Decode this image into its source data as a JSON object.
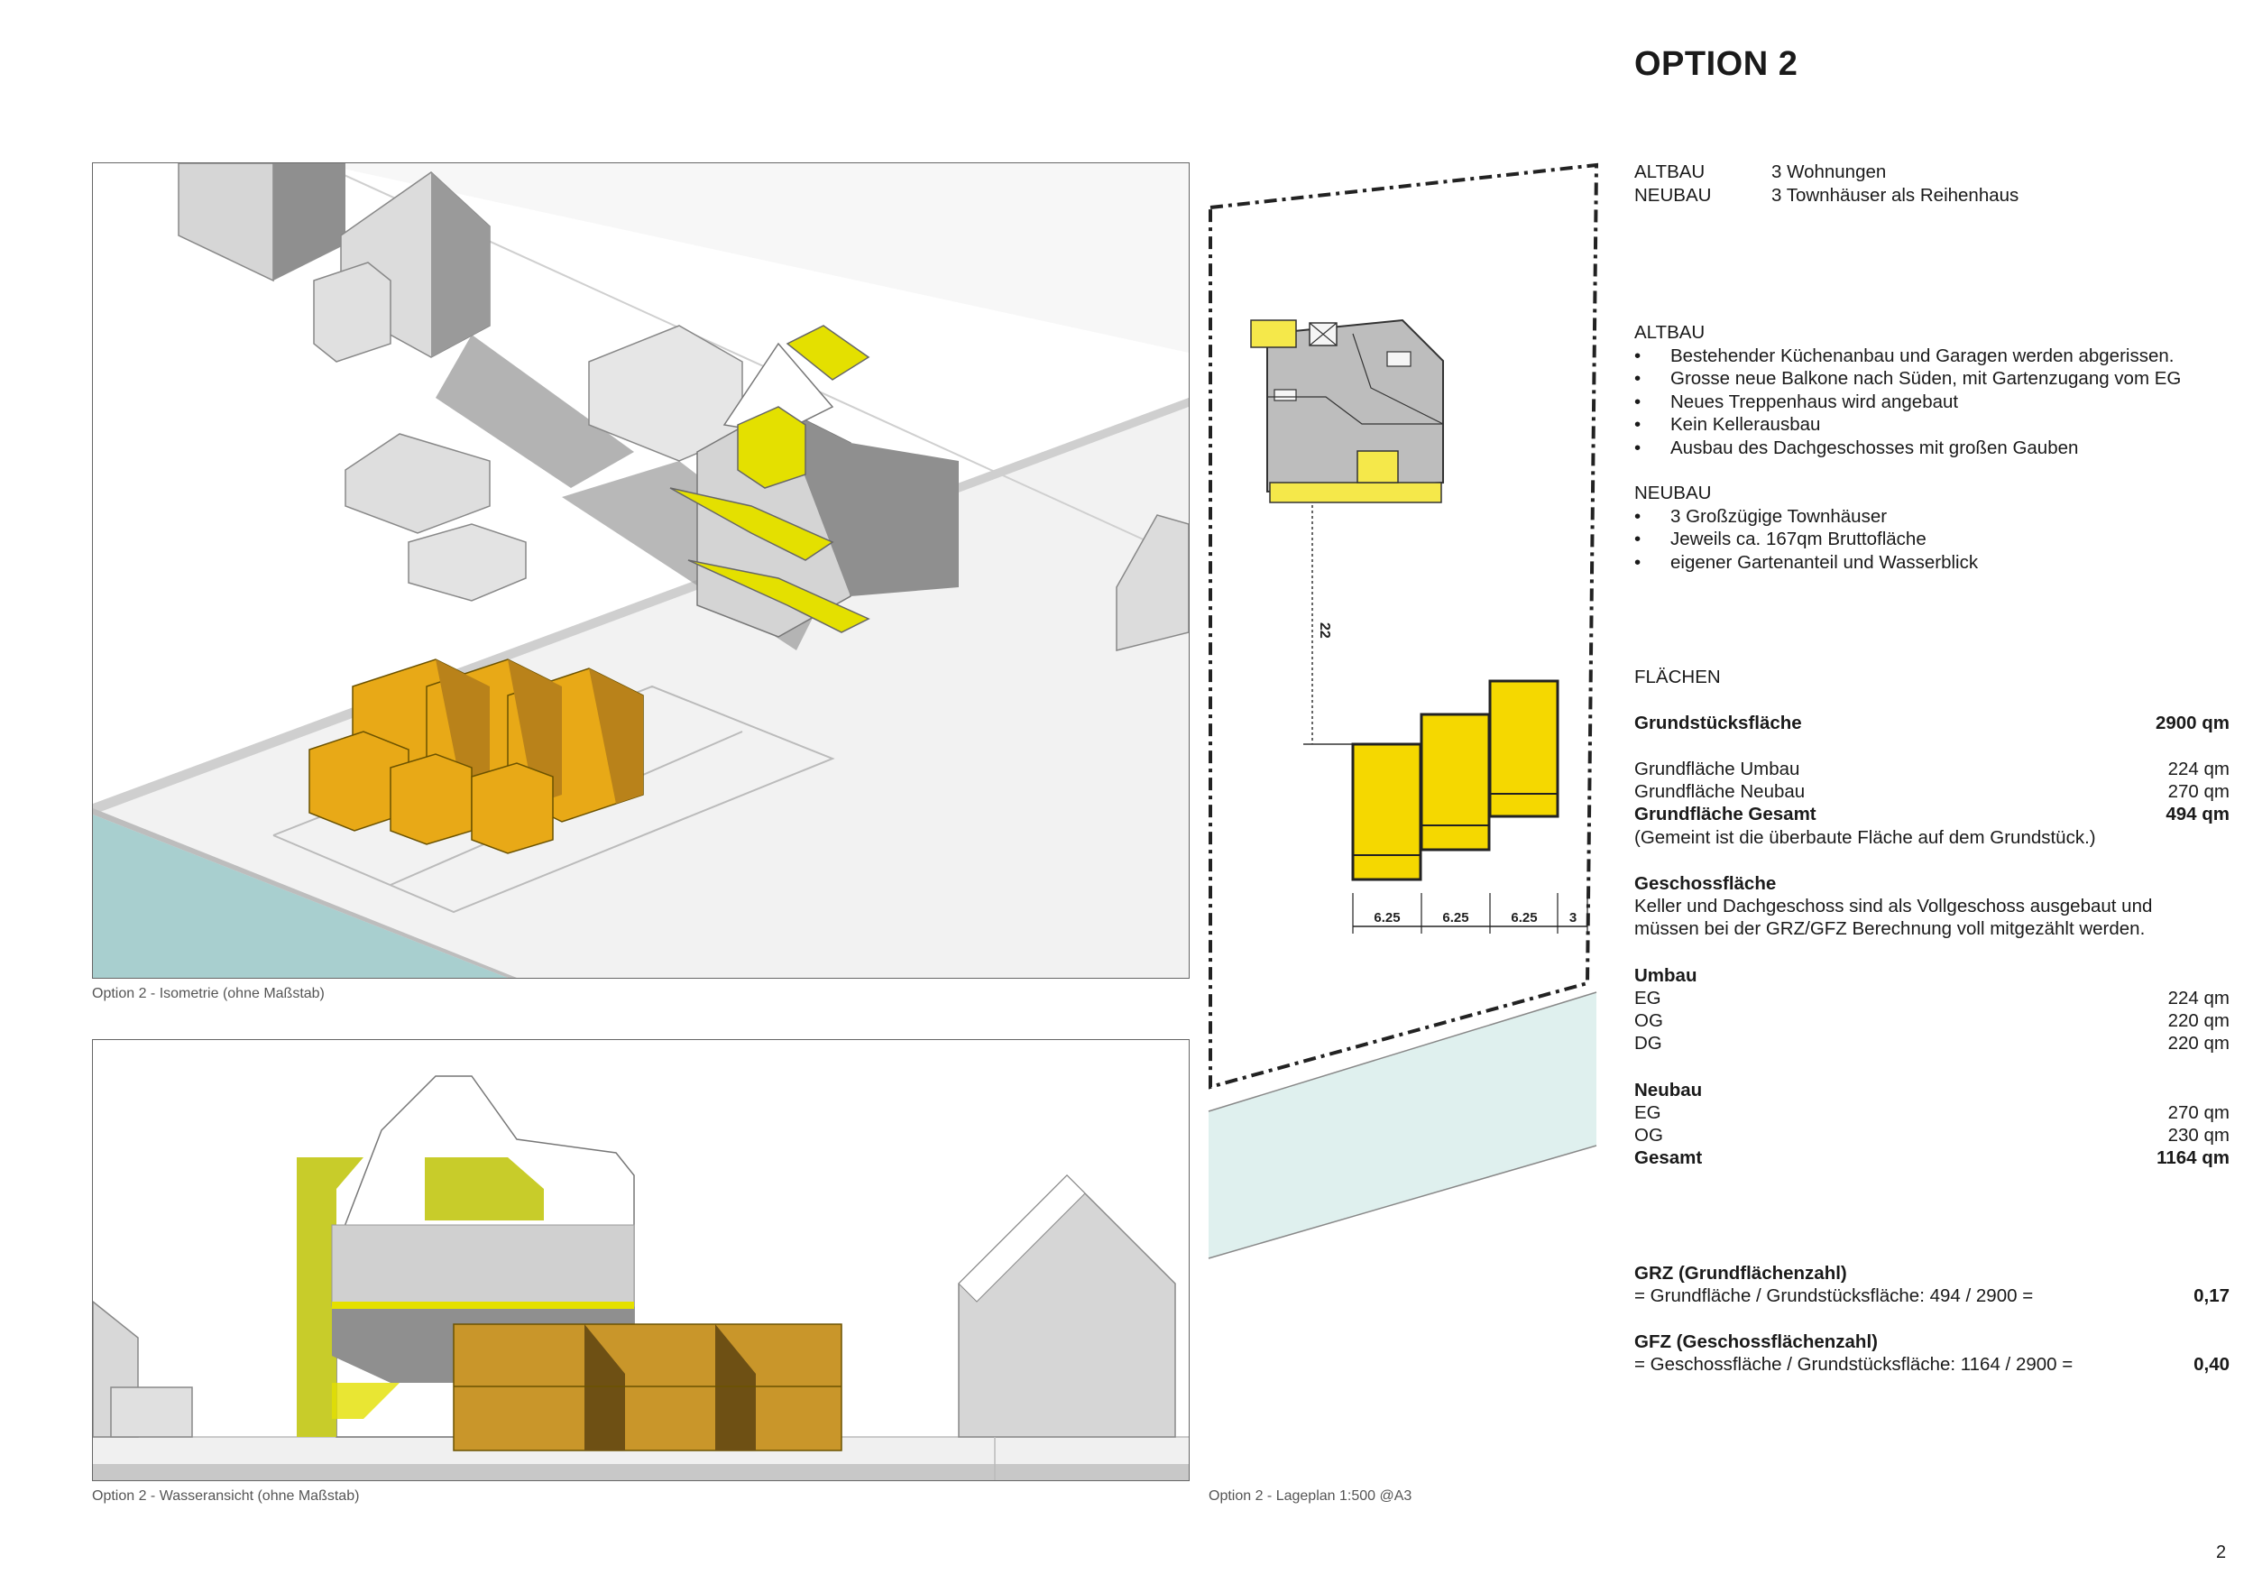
{
  "title": "OPTION 2",
  "summary": [
    {
      "label": "ALTBAU",
      "value": "3 Wohnungen"
    },
    {
      "label": "NEUBAU",
      "value": "3 Townhäuser als Reihenhaus"
    }
  ],
  "altbau": {
    "heading": "ALTBAU",
    "items": [
      "Bestehender Küchenanbau und Garagen werden abgerissen.",
      "Grosse neue Balkone nach Süden, mit Gartenzugang vom EG",
      "Neues Treppenhaus wird angebaut",
      "Kein Kellerausbau",
      "Ausbau des Dachgeschosses mit großen Gauben"
    ]
  },
  "neubau": {
    "heading": "NEUBAU",
    "items": [
      "3 Großzügige Townhäuser",
      "Jeweils ca. 167qm Bruttofläche",
      "eigener Gartenanteil und Wasserblick"
    ]
  },
  "flaechen": {
    "heading": "FLÄCHEN",
    "grundstueck": {
      "label": "Grundstücksfläche",
      "value": "2900 qm"
    },
    "gf_umbau": {
      "label": "Grundfläche Umbau",
      "value": "224 qm"
    },
    "gf_neubau": {
      "label": "Grundfläche Neubau",
      "value": "270 qm"
    },
    "gf_gesamt": {
      "label": "Grundfläche Gesamt",
      "value": "494 qm"
    },
    "gf_note": "(Gemeint ist die überbaute Fläche auf dem Grundstück.)",
    "geschoss_heading": "Geschossfläche",
    "geschoss_text_1": "Keller und Dachgeschoss sind als Vollgeschoss ausgebaut und",
    "geschoss_text_2": "müssen bei der GRZ/GFZ Berechnung voll mitgezählt werden.",
    "umbau_heading": "Umbau",
    "umbau": [
      {
        "label": "EG",
        "value": "224 qm"
      },
      {
        "label": "OG",
        "value": "220 qm"
      },
      {
        "label": "DG",
        "value": "220 qm"
      }
    ],
    "neubau_heading": "Neubau",
    "neubau": [
      {
        "label": "EG",
        "value": "270 qm"
      },
      {
        "label": "OG",
        "value": "230 qm"
      }
    ],
    "gesamt": {
      "label": "Gesamt",
      "value": "1164 qm"
    }
  },
  "grz": {
    "heading": "GRZ (Grundflächenzahl)",
    "formula": "= Grundfläche / Grundstücksfläche: 494 / 2900 =",
    "value": "0,17"
  },
  "gfz": {
    "heading": "GFZ (Geschossflächenzahl)",
    "formula": "= Geschossfläche / Grundstücksfläche: 1164 / 2900 =",
    "value": "0,40"
  },
  "captions": {
    "iso": "Option 2 - Isometrie (ohne Maßstab)",
    "water": "Option 2 - Wasseransicht (ohne Maßstab)",
    "plan": "Option 2 - Lageplan 1:500 @A3"
  },
  "plan_dims": {
    "distance": "22",
    "w1": "6.25",
    "w2": "6.25",
    "w3": "6.25",
    "w4": "3"
  },
  "page_number": "2",
  "colors": {
    "yellow": "#f5d800",
    "orange": "#e8a917",
    "lime": "#c8cc2a",
    "water": "#a8cfcf"
  }
}
